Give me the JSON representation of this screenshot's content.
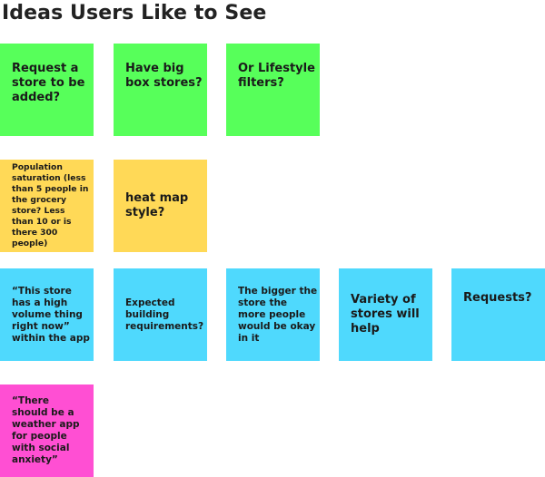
{
  "board": {
    "title": "Ideas Users Like to See",
    "notes": [
      {
        "text": "Request a\nstore to be\nadded?",
        "color": "#57ff5a"
      },
      {
        "text": "Have big\nbox stores?",
        "color": "#57ff5a"
      },
      {
        "text": "Or Lifestyle\nfilters?",
        "color": "#57ff5a"
      },
      {
        "text": "Population\nsaturation (less\nthan 5 people in\nthe grocery\nstore? Less\nthan 10 or is\nthere 300\npeople)",
        "color": "#ffd957"
      },
      {
        "text": "heat map\nstyle?",
        "color": "#ffd957"
      },
      {
        "text": "“This store\nhas a high\nvolume thing\nright now”\nwithin the app",
        "color": "#4fd9fd"
      },
      {
        "text": "Expected\nbuilding\nrequirements?",
        "color": "#4fd9fd"
      },
      {
        "text": "The bigger the\nstore the\nmore people\nwould be okay\nin it",
        "color": "#4fd9fd"
      },
      {
        "text": "Variety of\nstores will\nhelp",
        "color": "#4fd9fd"
      },
      {
        "text": "Requests?",
        "color": "#4fd9fd"
      },
      {
        "text": "“There\nshould be a\nweather app\nfor people\nwith social\nanxiety”",
        "color": "#ff4fd3"
      }
    ]
  }
}
